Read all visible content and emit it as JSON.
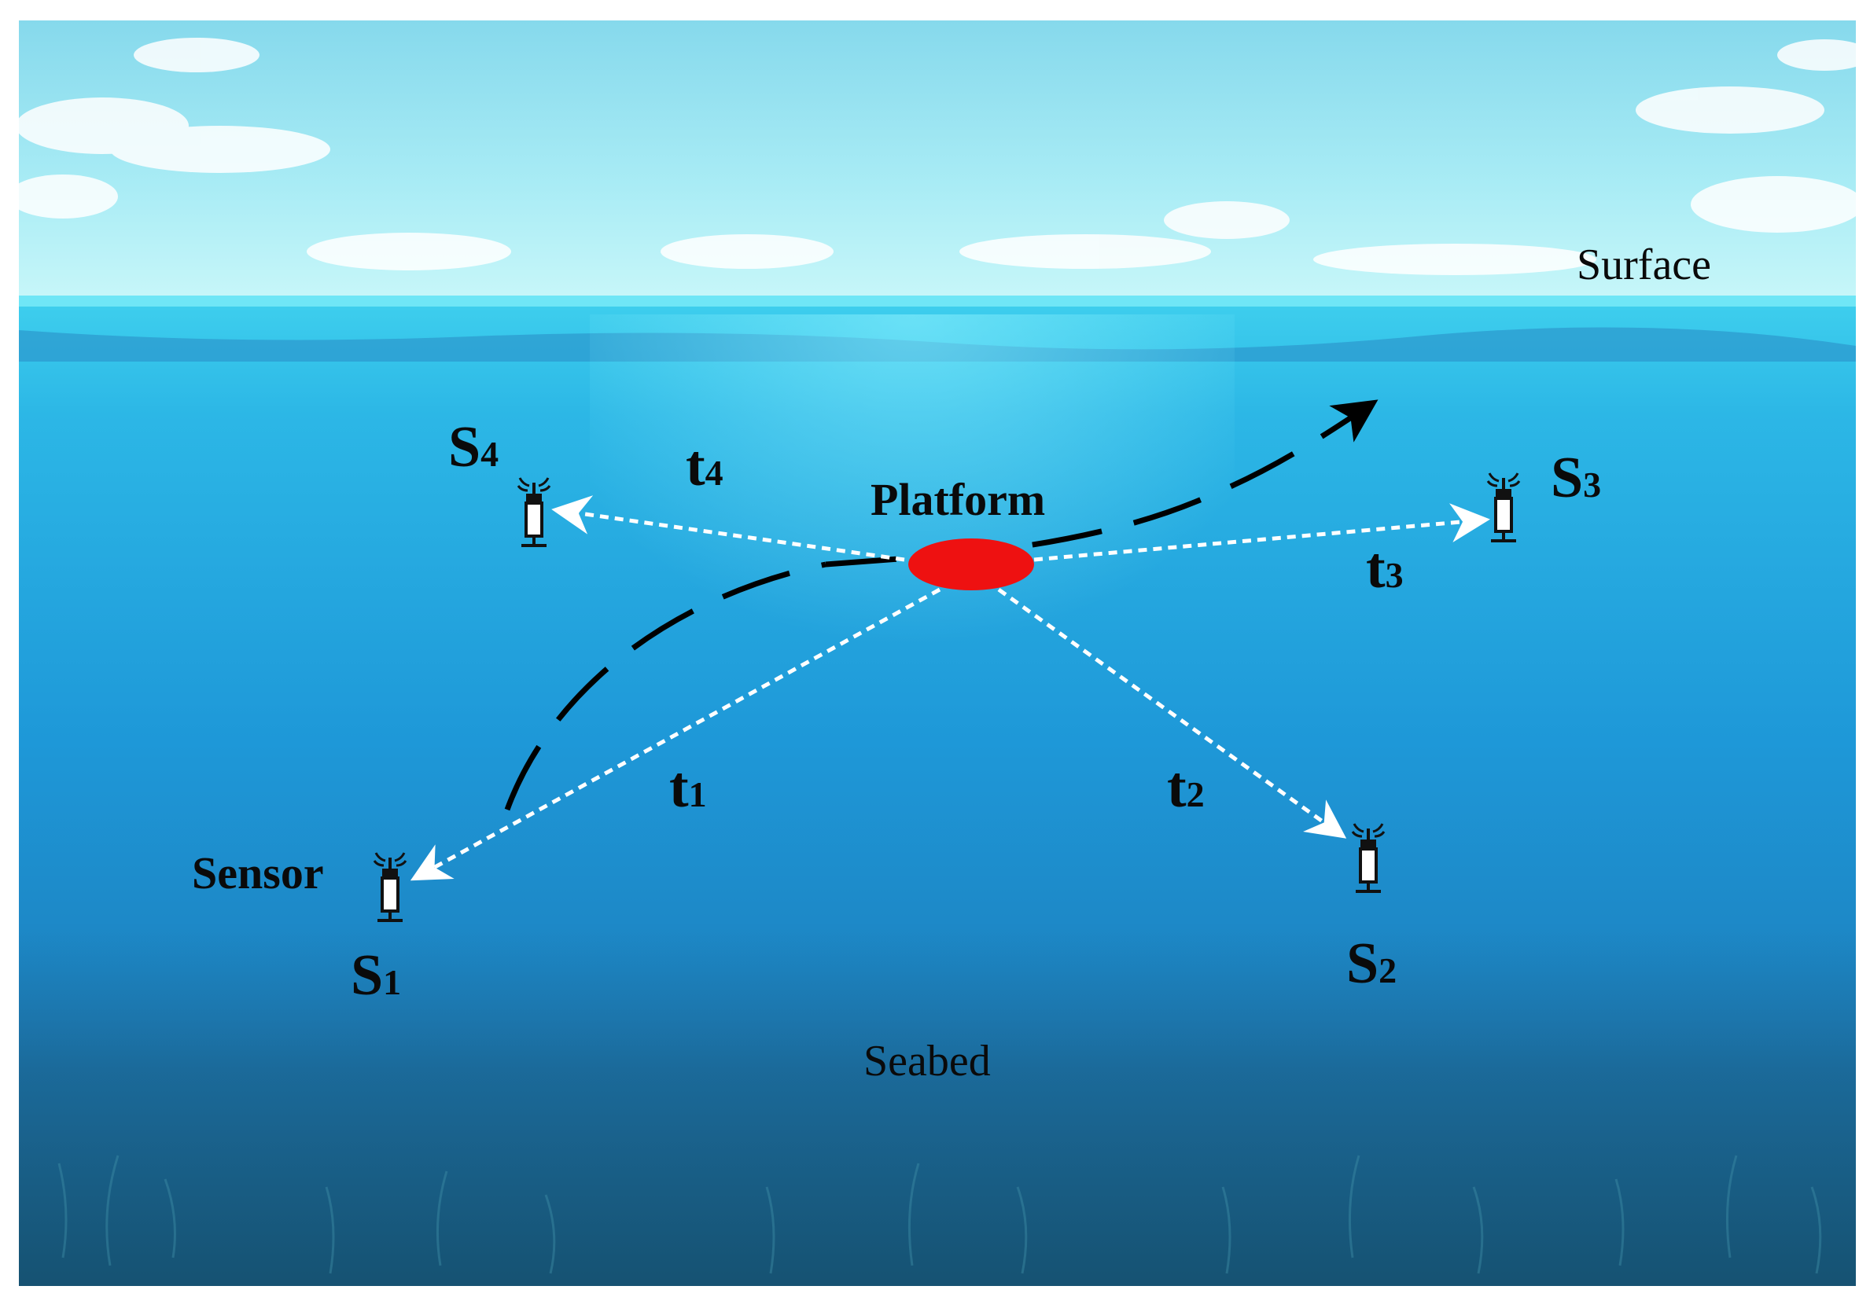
{
  "labels": {
    "surface": "Surface",
    "seabed": "Seabed",
    "platform": "Platform",
    "sensor": "Sensor"
  },
  "sensors": [
    {
      "id": "S1",
      "letter": "S",
      "index": "1"
    },
    {
      "id": "S2",
      "letter": "S",
      "index": "2"
    },
    {
      "id": "S3",
      "letter": "S",
      "index": "3"
    },
    {
      "id": "S4",
      "letter": "S",
      "index": "4"
    }
  ],
  "signal_times": [
    {
      "id": "t1",
      "letter": "t",
      "index": "1"
    },
    {
      "id": "t2",
      "letter": "t",
      "index": "2"
    },
    {
      "id": "t3",
      "letter": "t",
      "index": "3"
    },
    {
      "id": "t4",
      "letter": "t",
      "index": "4"
    }
  ],
  "colors": {
    "sky_top": "#8fdcec",
    "sky_bottom": "#bff4f8",
    "water_top": "#33c6ea",
    "water_mid": "#1f97d6",
    "water_bottom": "#1d6fa4",
    "seabed": "#1c5f86",
    "platform": "#ee1111",
    "signal": "#ffffff",
    "trajectory": "#000000"
  }
}
